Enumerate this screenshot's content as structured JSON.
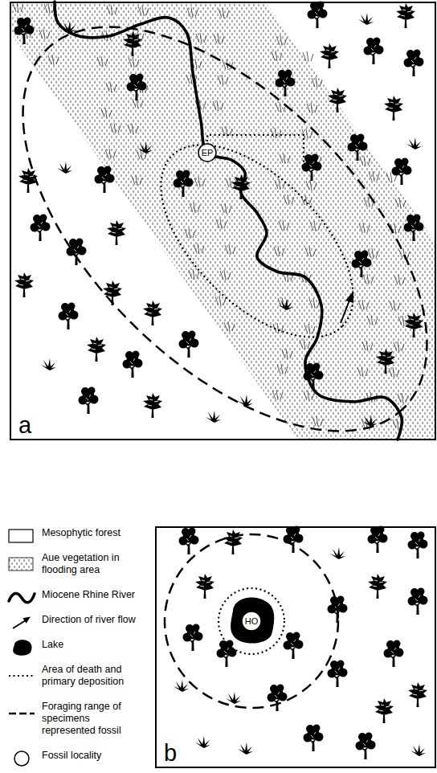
{
  "diagram": {
    "nodes": [
      {
        "text": [
          "a"
        ]
      },
      {
        "text": [
          "EP"
        ],
        "in": 0
      },
      {
        "text": [
          "b"
        ]
      },
      {
        "text": [
          "HO"
        ],
        "in": 2
      }
    ],
    "legend": [
      {
        "text": "Mesophytic forest",
        "color": "#ffffff"
      },
      {
        "text": "Aue vegetation in flooding area"
      },
      {
        "text": "Miocene Rhine River"
      },
      {
        "text": "Direction of river flow"
      },
      {
        "text": "Lake"
      },
      {
        "text": "Area of death and primary deposition"
      },
      {
        "text": "Foraging range of specimens represented fossil"
      },
      {
        "text": "Fossil locality"
      }
    ]
  }
}
